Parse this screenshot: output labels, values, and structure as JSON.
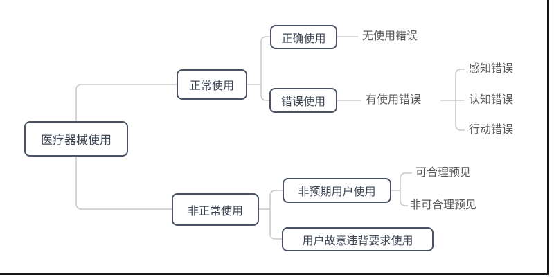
{
  "mindmap": {
    "root": {
      "label": "医疗器械使用",
      "children": [
        {
          "label": "正常使用",
          "children": [
            {
              "label": "正确使用",
              "children": [
                {
                  "label": "无使用错误",
                  "children": []
                }
              ]
            },
            {
              "label": "错误使用",
              "children": [
                {
                  "label": "有使用错误",
                  "children": [
                    {
                      "label": "感知错误"
                    },
                    {
                      "label": "认知错误"
                    },
                    {
                      "label": "行动错误"
                    }
                  ]
                }
              ]
            }
          ]
        },
        {
          "label": "非正常使用",
          "children": [
            {
              "label": "非预期用户使用",
              "children": [
                {
                  "label": "可合理预见"
                },
                {
                  "label": "非可合理预见"
                }
              ]
            },
            {
              "label": "用户故意违背要求使用",
              "children": []
            }
          ]
        }
      ]
    },
    "colors": {
      "background": "#ffffff",
      "box_border": "#4a5363",
      "box_text": "#3d4554",
      "label_text": "#595959",
      "connector": "#c8c8c8",
      "edge_line": "#161616"
    }
  }
}
